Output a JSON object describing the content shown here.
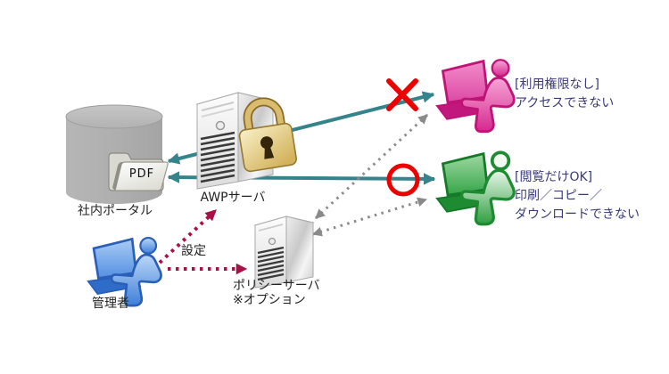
{
  "diagram": {
    "nodes": {
      "portal": {
        "label": "社内ポータル",
        "document": "PDF"
      },
      "awp_server": {
        "label": "AWPサーバ"
      },
      "policy_server": {
        "label": "ポリシーサーバ",
        "note": "※オプション"
      },
      "admin": {
        "label": "管理者"
      }
    },
    "edges": {
      "config_label": "設定"
    },
    "annotations": {
      "denied_user": {
        "line1": "[利用権限なし]",
        "line2": "アクセスできない"
      },
      "view_only_user": {
        "line1": "[閲覧だけOK]",
        "line2": "印刷／コピー／",
        "line3": "ダウンロードできない"
      }
    },
    "icons": [
      "database-icon",
      "pdf-folder-icon",
      "awp-server-icon",
      "padlock-icon",
      "policy-server-icon",
      "admin-user-icon",
      "denied-user-icon",
      "allowed-user-icon",
      "x-marker-icon",
      "circle-marker-icon"
    ],
    "colors": {
      "access_arrow_teal": "#35848C",
      "restriction_red": "#EC0000",
      "config_arrow_crimson": "#A81148",
      "policy_arrow_gray": "#8A8A8A",
      "denied_user_pink": "#D6288F",
      "allowed_user_green": "#2E9E40",
      "admin_user_blue": "#3E7FD9",
      "note_text": "#3A3A78"
    }
  }
}
